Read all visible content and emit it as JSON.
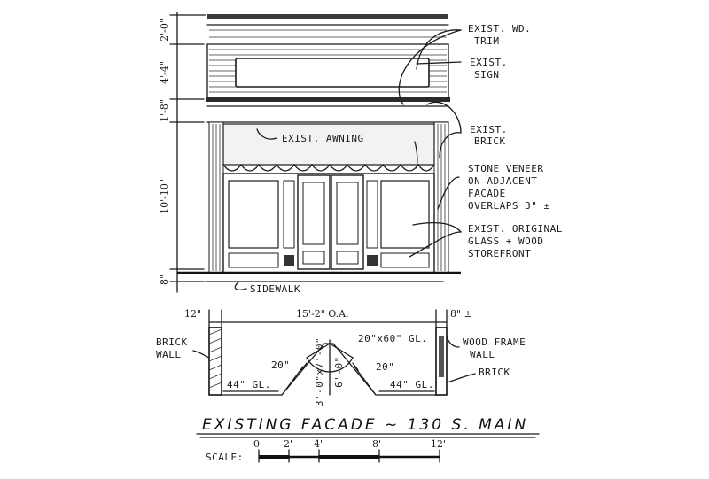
{
  "dims": {
    "top_trim": "2'-0\"",
    "sign_band": "4'-4\"",
    "cornice": "1'-8\"",
    "storefront_height": "10'-10\"",
    "base": "8\""
  },
  "notes": {
    "trim": [
      "EXIST. WD.",
      "TRIM"
    ],
    "sign": [
      "EXIST.",
      "SIGN"
    ],
    "brick": [
      "EXIST.",
      "BRICK"
    ],
    "stone": [
      "STONE VENEER",
      "ON ADJACENT",
      "FACADE",
      "OVERLAPS 3\" ±"
    ],
    "glass": [
      "EXIST. ORIGINAL",
      "GLASS + WOOD",
      "STOREFRONT"
    ],
    "awning": "EXIST. AWNING",
    "sidewalk": "SIDEWALK"
  },
  "plan": {
    "left_wall_dim": "12\"",
    "overall": "15'-2\" O.A.",
    "right_wall_dim": "8\" ±",
    "brick_wall": [
      "BRICK",
      "WALL"
    ],
    "wood_frame": [
      "WOOD FRAME",
      "WALL"
    ],
    "brick": "BRICK",
    "left_glass": "44\" GL.",
    "right_glass": "44\" GL.",
    "left_angle": "20\"",
    "right_angle": "20\"",
    "door_glass": "20\"x60\" GL.",
    "door_size": "3'-0\"x7'-0\"",
    "door_width": "6'-0\""
  },
  "title": "EXISTING FACADE ~ 130 S. MAIN",
  "scale": {
    "label": "SCALE:",
    "ticks": [
      "0'",
      "2'",
      "4'",
      "8'",
      "12'"
    ]
  }
}
